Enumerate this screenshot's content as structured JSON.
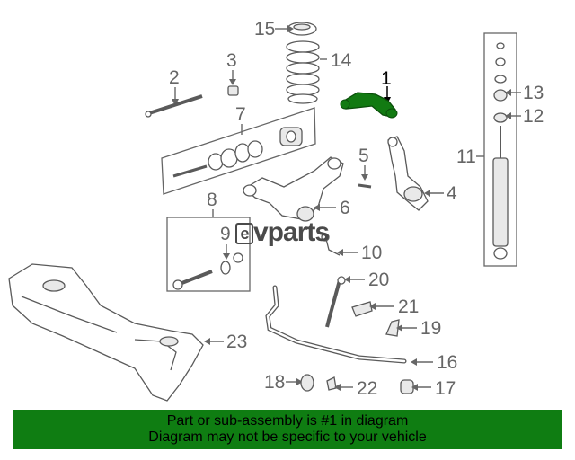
{
  "watermark": {
    "brand": "vparts",
    "logo_letter": "e"
  },
  "callouts": {
    "c1": "1",
    "c2": "2",
    "c3": "3",
    "c4": "4",
    "c5": "5",
    "c6": "6",
    "c7": "7",
    "c8": "8",
    "c9": "9",
    "c10": "10",
    "c11": "11",
    "c12": "12",
    "c13": "13",
    "c14": "14",
    "c15": "15",
    "c16": "16",
    "c17": "17",
    "c18": "18",
    "c19": "19",
    "c20": "20",
    "c21": "21",
    "c22": "22",
    "c23": "23"
  },
  "highlight": {
    "part_number": "1",
    "color": "#127a12"
  },
  "banner": {
    "line1": "Part or sub-assembly is #1 in diagram",
    "line2": "Diagram may not be specific to your vehicle",
    "background": "#0f7d12"
  }
}
